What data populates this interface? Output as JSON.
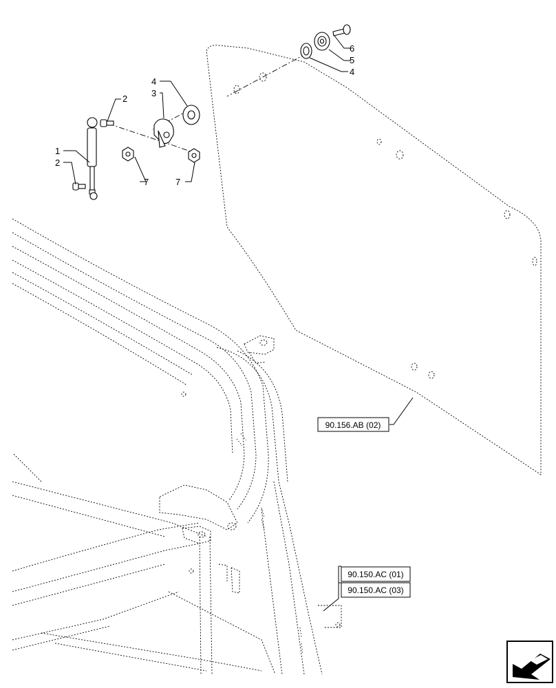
{
  "callouts": {
    "c1": "1",
    "c2a": "2",
    "c2b": "2",
    "c3": "3",
    "c4a": "4",
    "c4b": "4",
    "c5": "5",
    "c6": "6",
    "c7a": "7",
    "c7b": "7"
  },
  "references": {
    "panel_ref": "90.156.AB (02)",
    "frame_ref_1": "90.150.AC (01)",
    "frame_ref_2": "90.150.AC (03)"
  },
  "icons": {
    "nav": "arrow-icon"
  }
}
